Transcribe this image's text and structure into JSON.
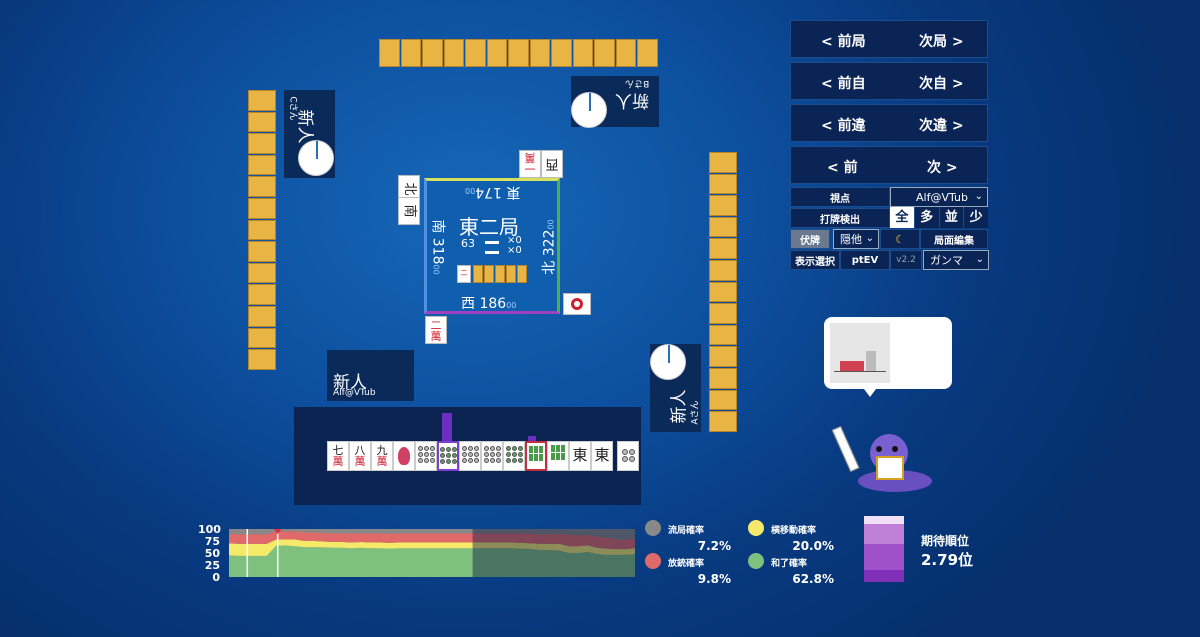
{
  "navigation": {
    "prev_round": "< 前局",
    "next_round": "次局 >",
    "prev_self": "< 前自",
    "next_self": "次自 >",
    "prev_diff": "< 前違",
    "next_diff": "次違 >",
    "prev": "< 前",
    "next": "次 >"
  },
  "controls": {
    "viewpoint_label": "視点",
    "viewpoint_value": "Alf@VTub",
    "discard_detect_label": "打牌検出",
    "detect_options": [
      "全",
      "多",
      "並",
      "少"
    ],
    "detect_selected": "全",
    "hide_tiles_label": "伏牌",
    "hide_select_value": "隠他",
    "moon_icon": "moon-icon",
    "edit_label": "局面編集",
    "display_select_label": "表示選択",
    "display_mode": "ptEV",
    "version": "v2.2",
    "gamma_value": "ガンマ"
  },
  "round": {
    "name": "東二局",
    "remaining": "63",
    "honba": "×0",
    "riichi_sticks": "×0"
  },
  "scores": {
    "east": {
      "wind": "東",
      "points": "174",
      "suffix": "00"
    },
    "south": {
      "wind": "南",
      "points": "318",
      "suffix": "00"
    },
    "west": {
      "wind": "西",
      "points": "186",
      "suffix": "00"
    },
    "north": {
      "wind": "北",
      "points": "322",
      "suffix": "00"
    }
  },
  "players": {
    "self": {
      "name": "新人",
      "sub": "Alf@VTub"
    },
    "right": {
      "name": "新人",
      "sub": "Aさん"
    },
    "top": {
      "name": "新人",
      "sub": "Bさん"
    },
    "left": {
      "name": "新人",
      "sub": "Cさん"
    }
  },
  "discards": {
    "top": [
      "一\n萬",
      "西"
    ],
    "left": [
      "北",
      "南"
    ],
    "bottom": [
      "二\n萬"
    ],
    "right": [
      "1p"
    ]
  },
  "hand": [
    {
      "kind": "man",
      "top": "七",
      "bottom": "萬"
    },
    {
      "kind": "man",
      "top": "八",
      "bottom": "萬"
    },
    {
      "kind": "man",
      "top": "九",
      "bottom": "萬"
    },
    {
      "kind": "sou1",
      "top": "",
      "bottom": ""
    },
    {
      "kind": "pin8",
      "top": "",
      "bottom": ""
    },
    {
      "kind": "pin9",
      "top": "",
      "bottom": ""
    },
    {
      "kind": "pin8",
      "top": "",
      "bottom": ""
    },
    {
      "kind": "pin8",
      "top": "",
      "bottom": ""
    },
    {
      "kind": "pin9",
      "top": "",
      "bottom": ""
    },
    {
      "kind": "sou",
      "top": "",
      "bottom": ""
    },
    {
      "kind": "sou",
      "top": "",
      "bottom": ""
    },
    {
      "kind": "honor",
      "top": "東",
      "bottom": ""
    },
    {
      "kind": "honor",
      "top": "東",
      "bottom": ""
    },
    {
      "kind": "pin4",
      "top": "",
      "bottom": ""
    }
  ],
  "probabilities": {
    "draw": {
      "label": "流局確率",
      "value": "7.2%",
      "color": "#888888"
    },
    "lateral": {
      "label": "横移動確率",
      "value": "20.0%",
      "color": "#f5e96a"
    },
    "deal_in": {
      "label": "放銃確率",
      "value": "9.8%",
      "color": "#e06a6a"
    },
    "win": {
      "label": "和了確率",
      "value": "62.8%",
      "color": "#7fc07f"
    }
  },
  "expected_rank": {
    "label": "期待順位",
    "value": "2.79位"
  },
  "chart_data": {
    "type": "area",
    "yticks": [
      "100",
      "75",
      "50",
      "25",
      "0"
    ],
    "ylim": [
      0,
      100
    ],
    "series": [
      {
        "values": [
          45,
          44,
          44,
          44,
          44,
          65,
          66,
          64,
          62,
          62,
          62,
          61,
          61,
          60,
          61,
          60,
          60,
          59,
          60,
          60,
          60,
          60,
          60,
          60,
          60,
          60,
          60,
          60,
          60,
          60,
          60,
          59,
          58,
          56,
          56,
          55,
          50,
          50,
          52,
          48,
          46,
          46,
          46,
          48
        ]
      },
      {
        "values": [
          25,
          25,
          25,
          25,
          25,
          13,
          12,
          14,
          13,
          13,
          12,
          12,
          12,
          12,
          12,
          12,
          12,
          12,
          12,
          12,
          12,
          12,
          12,
          12,
          12,
          12,
          12,
          12,
          12,
          12,
          12,
          12,
          12,
          13,
          13,
          14,
          14,
          14,
          14,
          13,
          13,
          12,
          12,
          12
        ]
      },
      {
        "values": [
          20,
          20,
          20,
          20,
          20,
          17,
          17,
          17,
          18,
          18,
          18,
          18,
          18,
          19,
          18,
          19,
          19,
          19,
          19,
          19,
          19,
          19,
          19,
          19,
          19,
          19,
          19,
          19,
          19,
          19,
          19,
          20,
          20,
          20,
          20,
          21,
          24,
          22,
          22,
          23,
          23,
          20,
          20,
          20
        ]
      },
      {
        "values": [
          10,
          11,
          11,
          11,
          11,
          5,
          5,
          5,
          7,
          7,
          8,
          9,
          9,
          9,
          9,
          9,
          9,
          10,
          9,
          9,
          9,
          9,
          9,
          9,
          9,
          9,
          9,
          9,
          9,
          9,
          9,
          9,
          10,
          11,
          11,
          10,
          12,
          14,
          12,
          16,
          18,
          22,
          22,
          20
        ]
      }
    ]
  }
}
